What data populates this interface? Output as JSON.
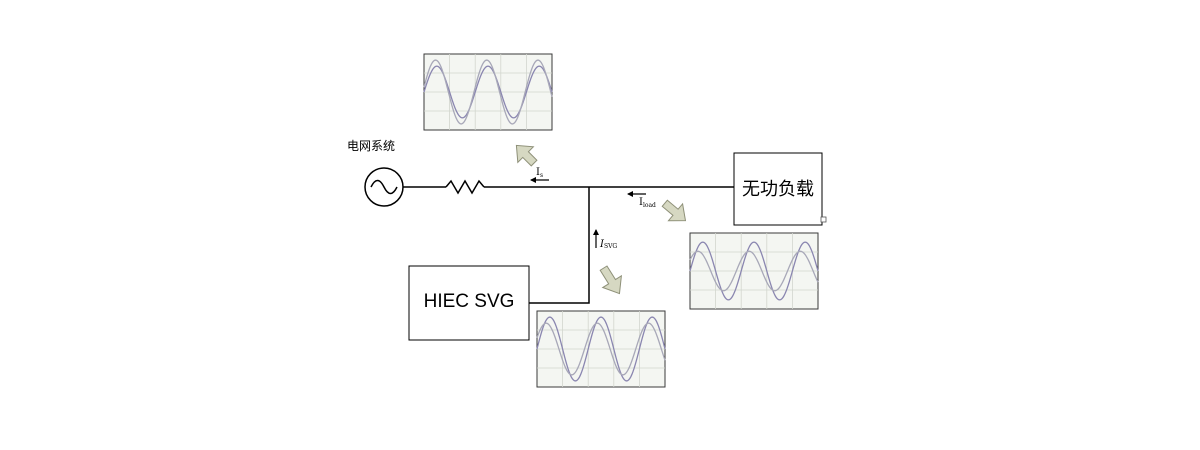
{
  "source_label": "电网系统",
  "load_label": "无功负载",
  "svg_device_label": "HIEC SVG",
  "currents": {
    "grid": {
      "symbol": "I",
      "subscript": "s"
    },
    "load": {
      "symbol": "I",
      "subscript": "load"
    },
    "svg": {
      "symbol": "I",
      "subscript": "SVG"
    }
  },
  "colors": {
    "line": "#000000",
    "scope_bg": "#f4f6f2",
    "scope_border": "#3a3a3a",
    "scope_grid": "#d2d6ce",
    "wave_dark": "#8a86b0",
    "wave_light": "#a8a8b8",
    "callout_arrow": "#d6d8c2",
    "callout_arrow_edge": "#8e9078"
  }
}
